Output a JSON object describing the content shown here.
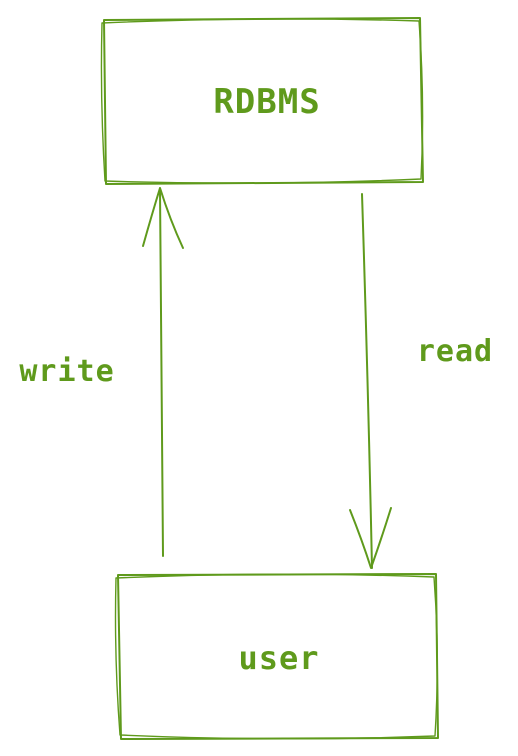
{
  "colors": {
    "stroke": "#5f9a1c",
    "background": "#ffffff"
  },
  "nodes": {
    "rdbms": {
      "label": "RDBMS"
    },
    "user": {
      "label": "user"
    }
  },
  "edges": {
    "write": {
      "label": "write",
      "from": "user",
      "to": "RDBMS"
    },
    "read": {
      "label": "read",
      "from": "RDBMS",
      "to": "user"
    }
  }
}
